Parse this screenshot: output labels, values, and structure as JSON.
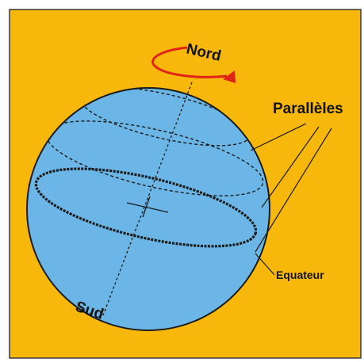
{
  "labels": {
    "nord": "Nord",
    "sud": "Sud",
    "paralleles": "Parallèles",
    "equateur": "Equateur"
  },
  "colors": {
    "background": "#F7B70B",
    "globe": "#6BB6E6",
    "outline": "#1a1a1a",
    "rotation_arrow": "#E2231A"
  },
  "icons": {
    "rotation": "circular-arrow-icon"
  }
}
